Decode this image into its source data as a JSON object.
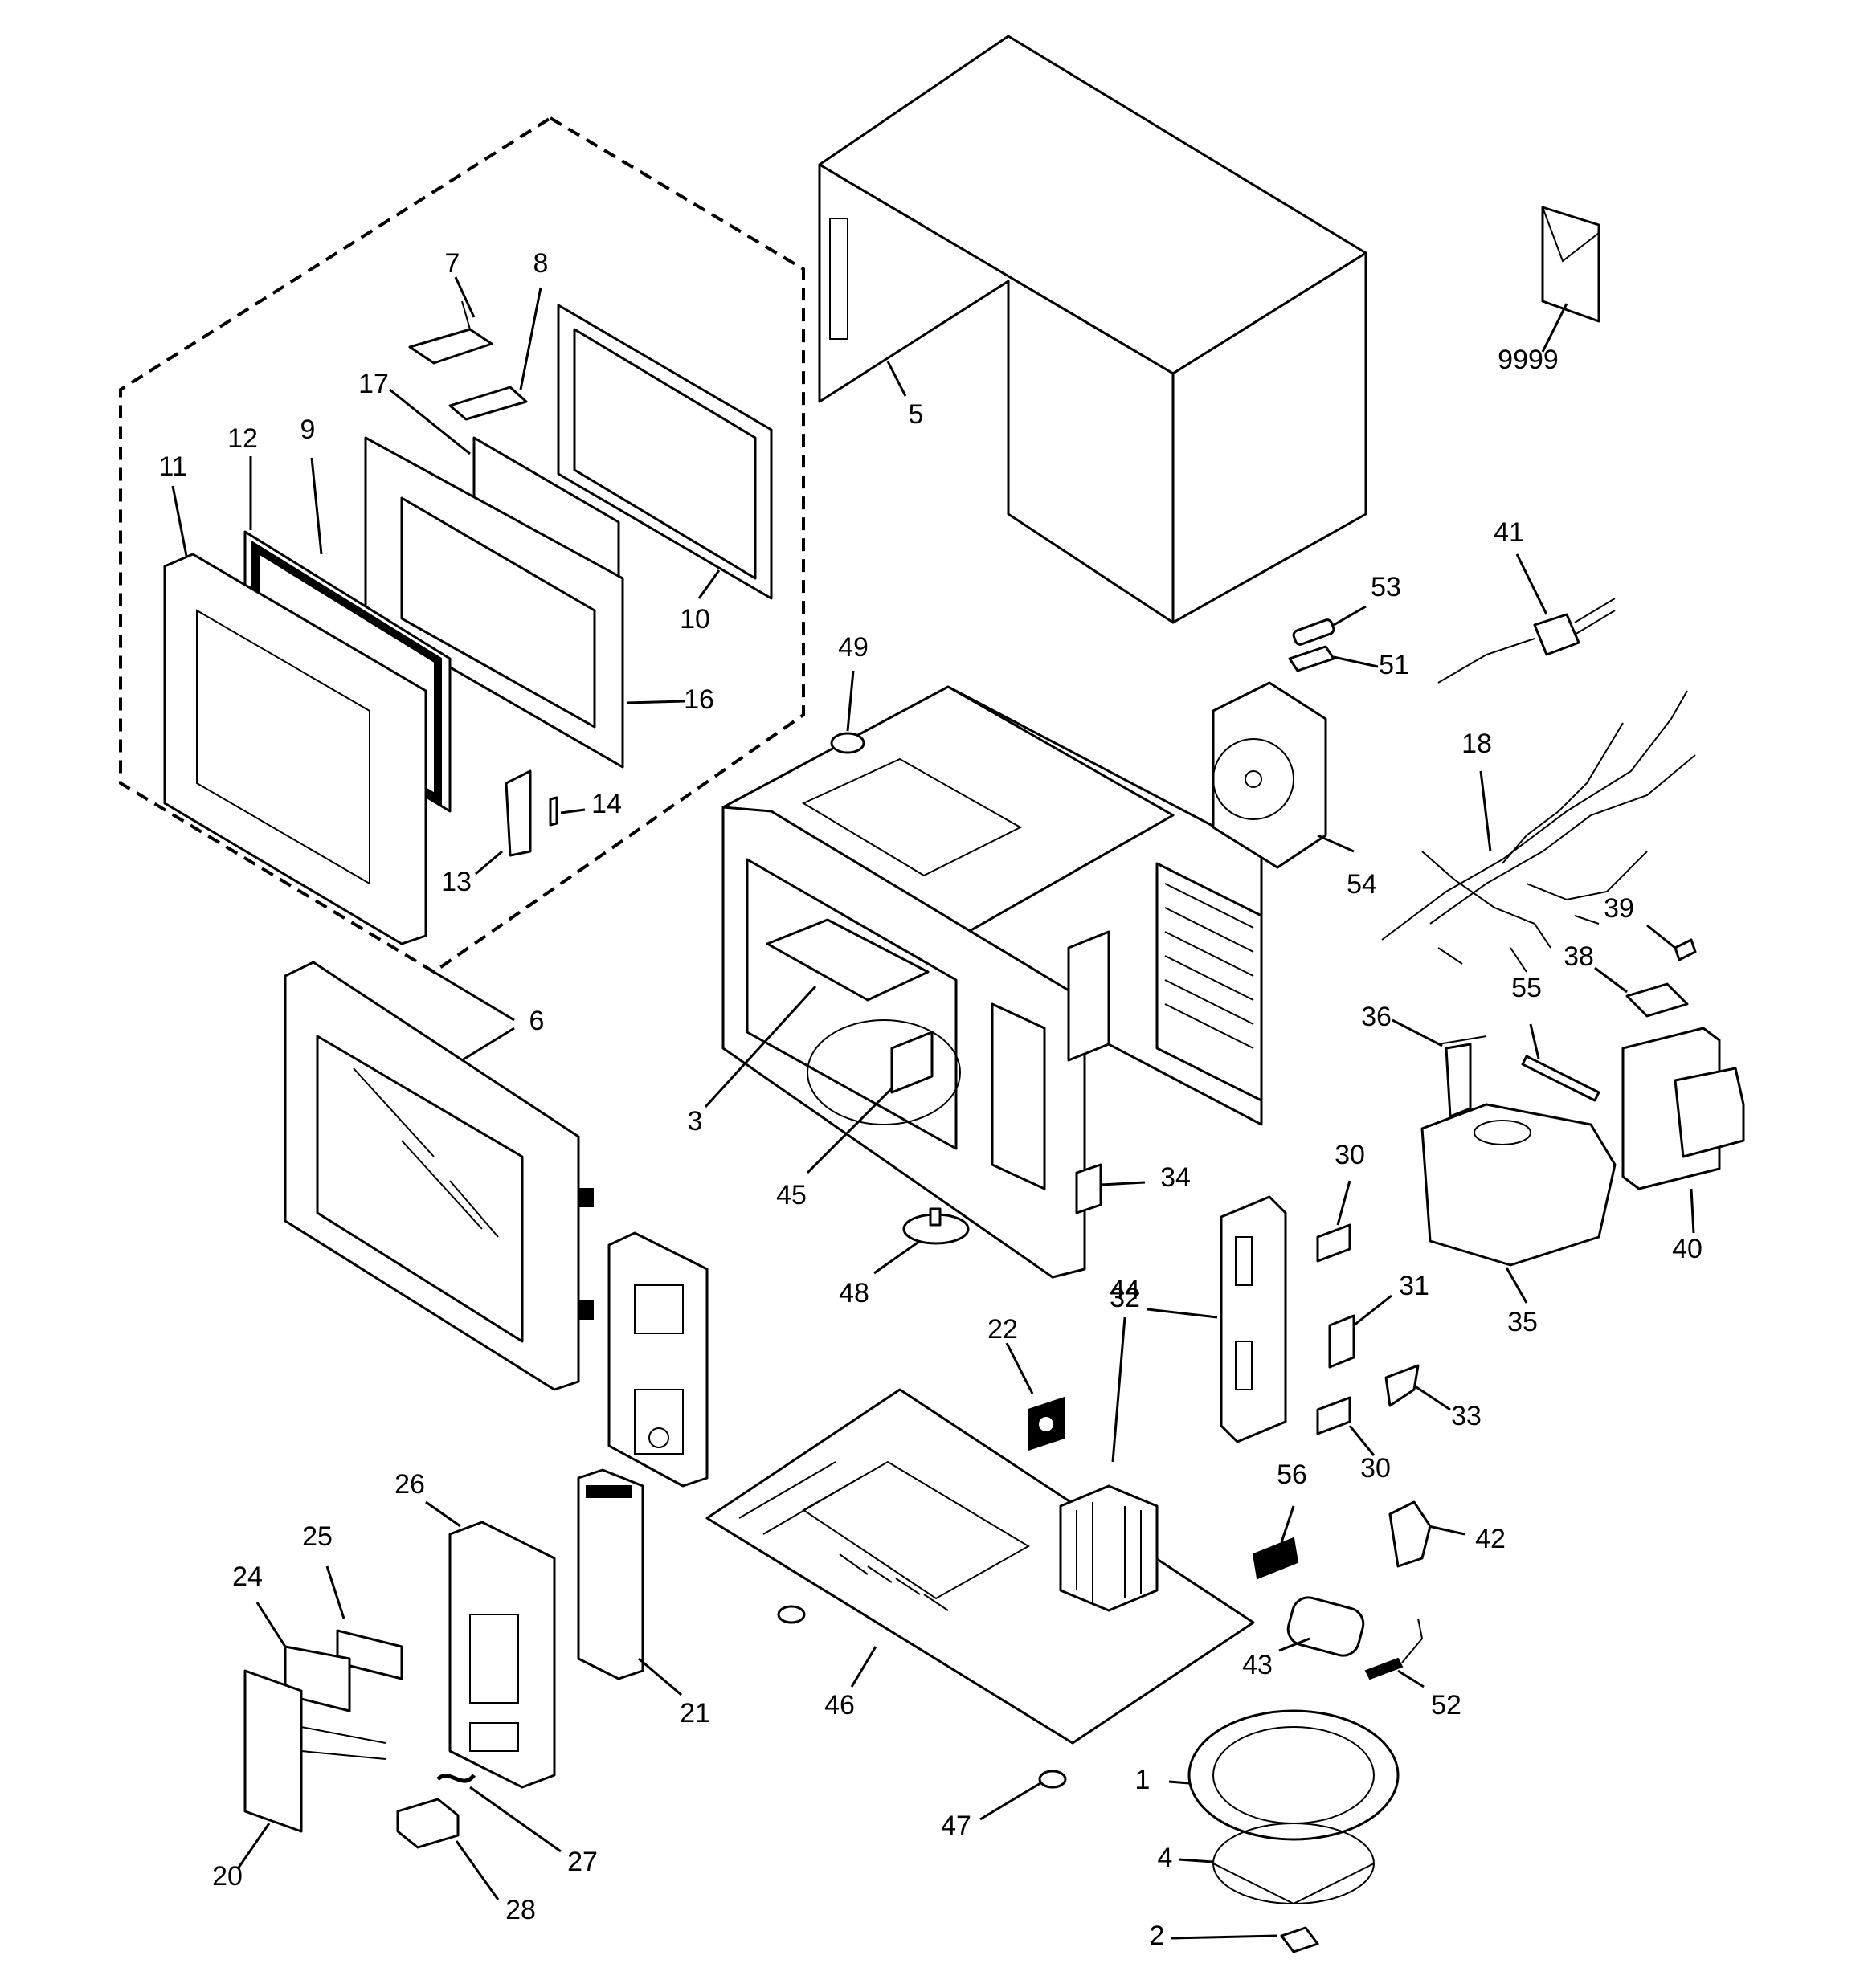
{
  "labels": {
    "p1": "1",
    "p2": "2",
    "p3": "3",
    "p4": "4",
    "p5": "5",
    "p6": "6",
    "p7": "7",
    "p8": "8",
    "p9": "9",
    "p10": "10",
    "p11": "11",
    "p12": "12",
    "p13": "13",
    "p14": "14",
    "p16": "16",
    "p17": "17",
    "p18": "18",
    "p20": "20",
    "p21": "21",
    "p22": "22",
    "p24": "24",
    "p25": "25",
    "p26": "26",
    "p27": "27",
    "p28": "28",
    "p30a": "30",
    "p30b": "30",
    "p31": "31",
    "p32": "32",
    "p33": "33",
    "p34": "34",
    "p35": "35",
    "p36": "36",
    "p38": "38",
    "p39": "39",
    "p40": "40",
    "p41": "41",
    "p42": "42",
    "p43": "43",
    "p44": "44",
    "p45": "45",
    "p46": "46",
    "p47": "47",
    "p48": "48",
    "p49": "49",
    "p51": "51",
    "p52": "52",
    "p53": "53",
    "p54": "54",
    "p55": "55",
    "p56": "56",
    "p9999": "9999"
  }
}
